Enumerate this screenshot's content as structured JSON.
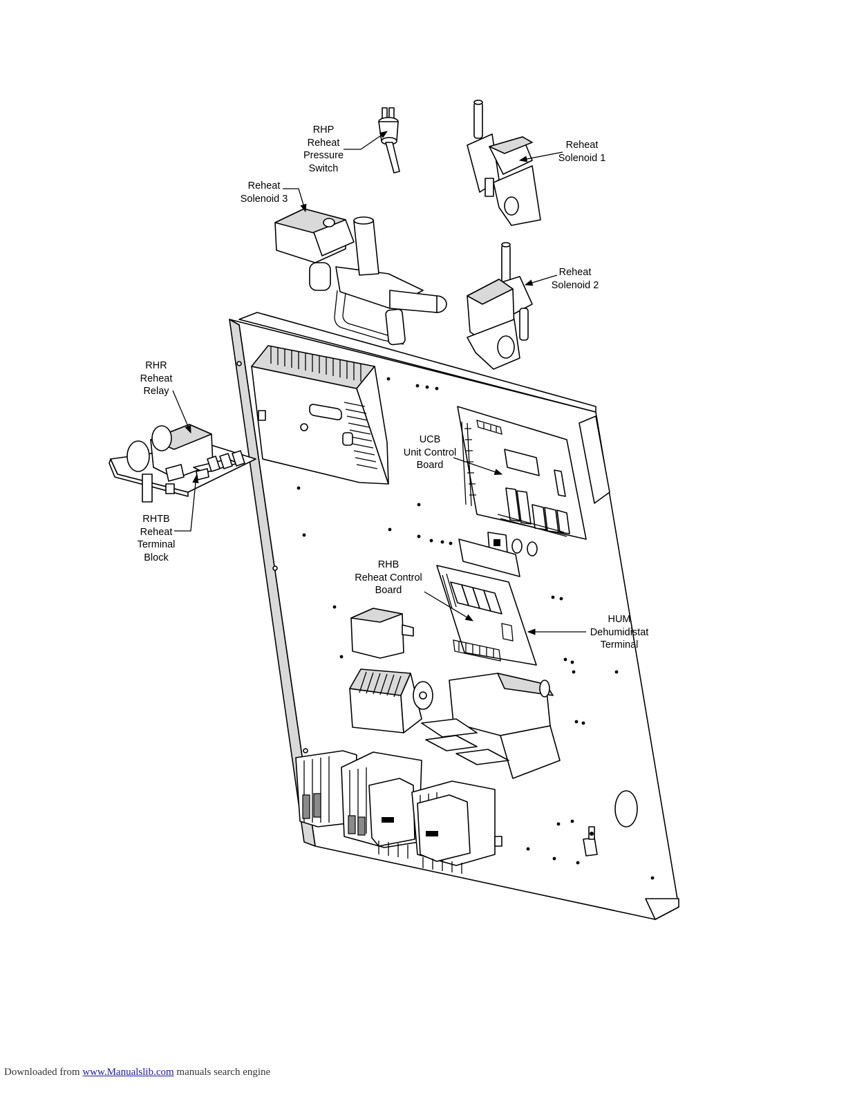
{
  "labels": {
    "rhp": [
      "RHP",
      "Reheat",
      "Pressure",
      "Switch"
    ],
    "rs1": [
      "Reheat",
      "Solenoid 1"
    ],
    "rs3": [
      "Reheat",
      "Solenoid 3"
    ],
    "rs2": [
      "Reheat",
      "Solenoid 2"
    ],
    "rhr": [
      "RHR",
      "Reheat",
      "Relay"
    ],
    "ucb": [
      "UCB",
      "Unit Control",
      "Board"
    ],
    "rhtb": [
      "RHTB",
      "Reheat",
      "Terminal",
      "Block"
    ],
    "rhb": [
      "RHB",
      "Reheat Control",
      "Board"
    ],
    "hum": [
      "HUM",
      "Dehumidistat",
      "Terminal"
    ]
  },
  "footer": {
    "prefix": "Downloaded from",
    "link": "www.Manualslib.com",
    "suffix": "manuals search engine"
  }
}
